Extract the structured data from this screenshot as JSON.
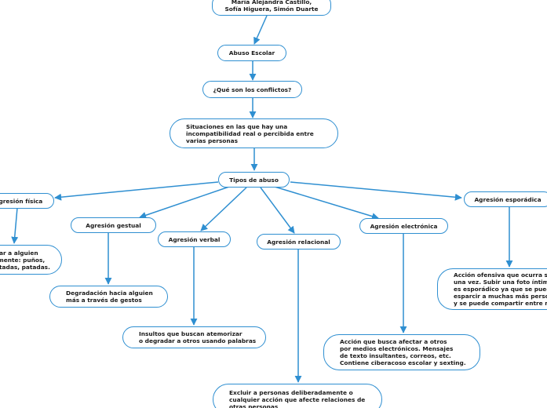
{
  "colors": {
    "accent": "#2f8fd1",
    "text": "#1a1a1a",
    "background": "#ffffff"
  },
  "nodes": {
    "authors": "María Alejandra Castillo,\nSofía Higuera, Simón Duarte",
    "abuso_escolar": "Abuso Escolar",
    "que_son": "¿Qué son los conflictos?",
    "situaciones": "Situaciones en las que hay una\nincompatibilidad real o percibida entre\nvarias personas",
    "tipos": "Tipos de abuso",
    "agresion_fisica": "Agresión física",
    "agresion_gestual": "Agresión gestual",
    "agresion_verbal": "Agresión verbal",
    "agresion_relacional": "Agresión relacional",
    "agresion_electronica": "Agresión electrónica",
    "agresion_esporadica": "Agresión esporádica",
    "fisica_desc": "Golpear a alguien\nfísicamente: puños,\ncachetadas, patadas.",
    "gestual_desc": "Degradación hacia alguien\nmás a través de gestos",
    "verbal_desc": "Insultos que buscan atemorizar\no degradar a otros usando palabras",
    "relacional_desc": "Excluir a personas deliberadamente o\ncualquier acción que afecte relaciones de\notras personas",
    "electronica_desc": "Acción que busca afectar a otros\npor medios electrónicos. Mensajes\nde texto insultantes, correos, etc.\nContiene ciberacoso escolar y sexting.",
    "esporadica_desc": "Acción ofensiva que ocurra solo\nuna vez. Subir una foto íntima\nes esporádico ya que se puede\nesparcir a muchas más personas\ny se puede compartir entre muchos."
  }
}
